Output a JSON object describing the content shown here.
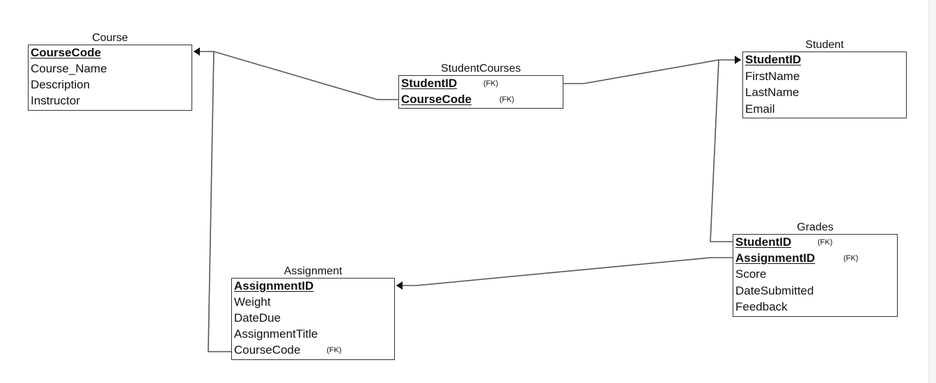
{
  "diagram": {
    "line_color": "#555555",
    "arrowhead": "filled-triangle",
    "entities": {
      "course": {
        "title": "Course",
        "pk": "CourseCode",
        "attrs": [
          "Course_Name",
          "Description",
          "Instructor"
        ]
      },
      "student_courses": {
        "title": "StudentCourses",
        "keys": [
          {
            "name": "StudentID",
            "fk": "(FK)"
          },
          {
            "name": "CourseCode",
            "fk": "(FK)"
          }
        ]
      },
      "student": {
        "title": "Student",
        "pk": "StudentID",
        "attrs": [
          "FirstName",
          "LastName",
          "Email"
        ]
      },
      "grades": {
        "title": "Grades",
        "keys": [
          {
            "name": "StudentID",
            "fk": "(FK)"
          },
          {
            "name": "AssignmentID",
            "fk": "(FK)"
          }
        ],
        "attrs": [
          "Score",
          "DateSubmitted",
          "Feedback"
        ]
      },
      "assignment": {
        "title": "Assignment",
        "pk": "AssignmentID",
        "attrs": [
          "Weight",
          "DateDue",
          "AssignmentTitle"
        ],
        "fk_attr": {
          "name": "CourseCode",
          "fk": "(FK)"
        }
      }
    },
    "relationships": [
      {
        "from": "StudentCourses.CourseCode",
        "to": "Course"
      },
      {
        "from": "StudentCourses.StudentID",
        "to": "Student"
      },
      {
        "from": "Grades.StudentID",
        "to": "Student"
      },
      {
        "from": "Grades.AssignmentID",
        "to": "Assignment"
      },
      {
        "from": "Assignment.CourseCode",
        "to": "Course"
      }
    ]
  }
}
